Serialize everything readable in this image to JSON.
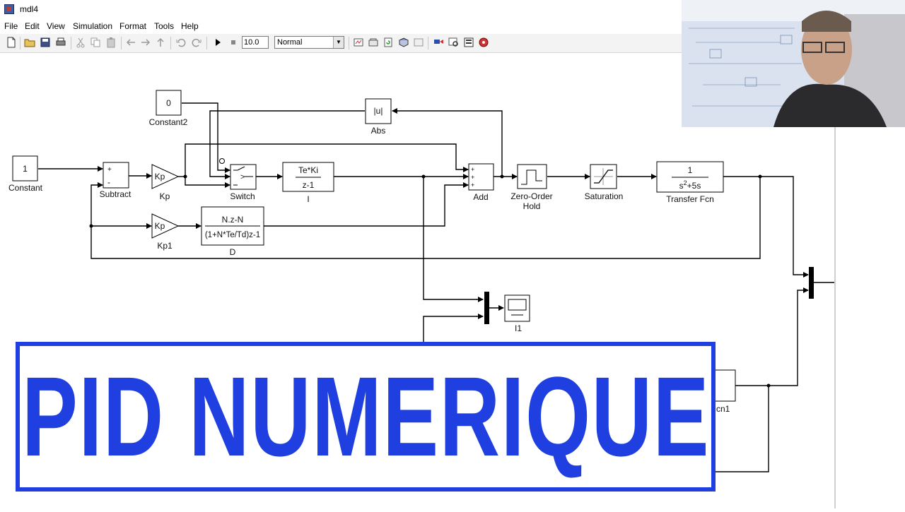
{
  "window": {
    "title": "mdl4"
  },
  "menu": [
    "File",
    "Edit",
    "View",
    "Simulation",
    "Format",
    "Tools",
    "Help"
  ],
  "toolbar": {
    "stop_time": "10.0",
    "sim_mode": "Normal"
  },
  "blocks": {
    "constant": {
      "value": "1",
      "label": "Constant"
    },
    "constant2": {
      "value": "0",
      "label": "Constant2"
    },
    "subtract": {
      "label": "Subtract",
      "plus": "+",
      "minus": "-"
    },
    "kp": {
      "gain": "Kp",
      "label": "Kp"
    },
    "kp1": {
      "gain": "Kp",
      "label": "Kp1"
    },
    "switch": {
      "symbol": ">",
      "label": "Switch"
    },
    "integrator": {
      "num": "Te*Ki",
      "den": "z-1",
      "label": "I"
    },
    "derivative": {
      "num": "N.z-N",
      "den": "(1+N*Te/Td)z-1",
      "label": "D"
    },
    "abs": {
      "symbol": "|u|",
      "label": "Abs"
    },
    "add": {
      "label": "Add",
      "signs": [
        "+",
        "+",
        "+"
      ]
    },
    "zoh": {
      "label_line1": "Zero-Order",
      "label_line2": "Hold"
    },
    "saturation": {
      "label": "Saturation"
    },
    "transfer_fcn": {
      "num": "1",
      "den_base": "s",
      "den_exp": "2",
      "den_rest": "+5s",
      "label": "Transfer Fcn"
    },
    "scope_i1": {
      "label": "I1"
    },
    "partial_fcn1": {
      "label": "cn1"
    }
  },
  "banner": {
    "text": "PID NUMERIQUE"
  },
  "colors": {
    "banner": "#1f3fe0",
    "toolbar_bg": "#f3f3f3"
  }
}
